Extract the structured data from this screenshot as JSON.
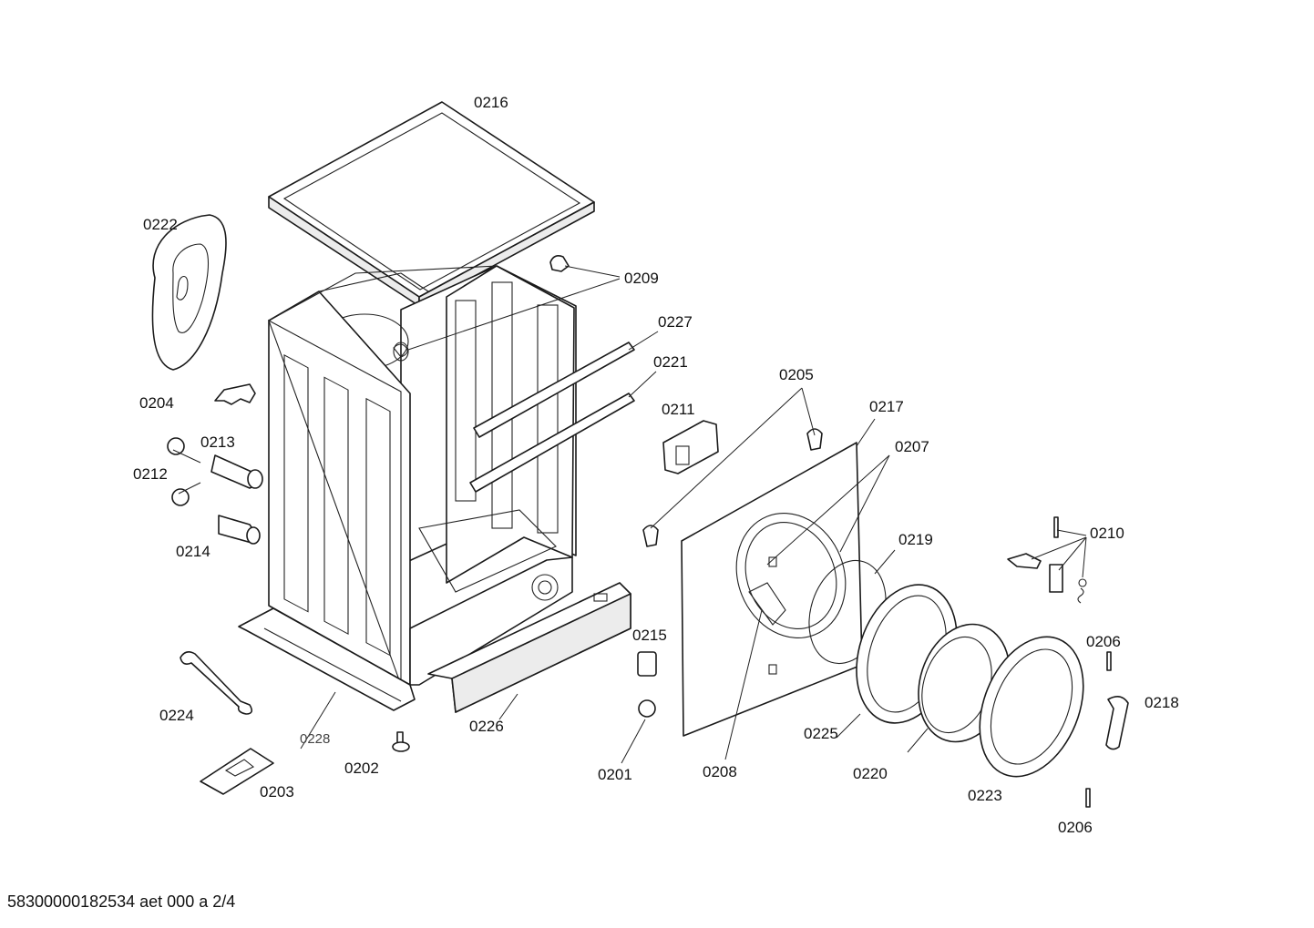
{
  "footer": {
    "document_id": "58300000182534 aet 000 a 2/4"
  },
  "labels": {
    "p0216": "0216",
    "p0222": "0222",
    "p0209": "0209",
    "p0227": "0227",
    "p0221": "0221",
    "p0205": "0205",
    "p0217": "0217",
    "p0211": "0211",
    "p0207": "0207",
    "p0204": "0204",
    "p0213": "0213",
    "p0212": "0212",
    "p0214": "0214",
    "p0219": "0219",
    "p0210": "0210",
    "p0215": "0215",
    "p0206a": "0206",
    "p0218": "0218",
    "p0224": "0224",
    "p0226": "0226",
    "p0225": "0225",
    "p0228": "0228",
    "p0202": "0202",
    "p0201": "0201",
    "p0208": "0208",
    "p0220": "0220",
    "p0223": "0223",
    "p0203": "0203",
    "p0206b": "0206"
  }
}
